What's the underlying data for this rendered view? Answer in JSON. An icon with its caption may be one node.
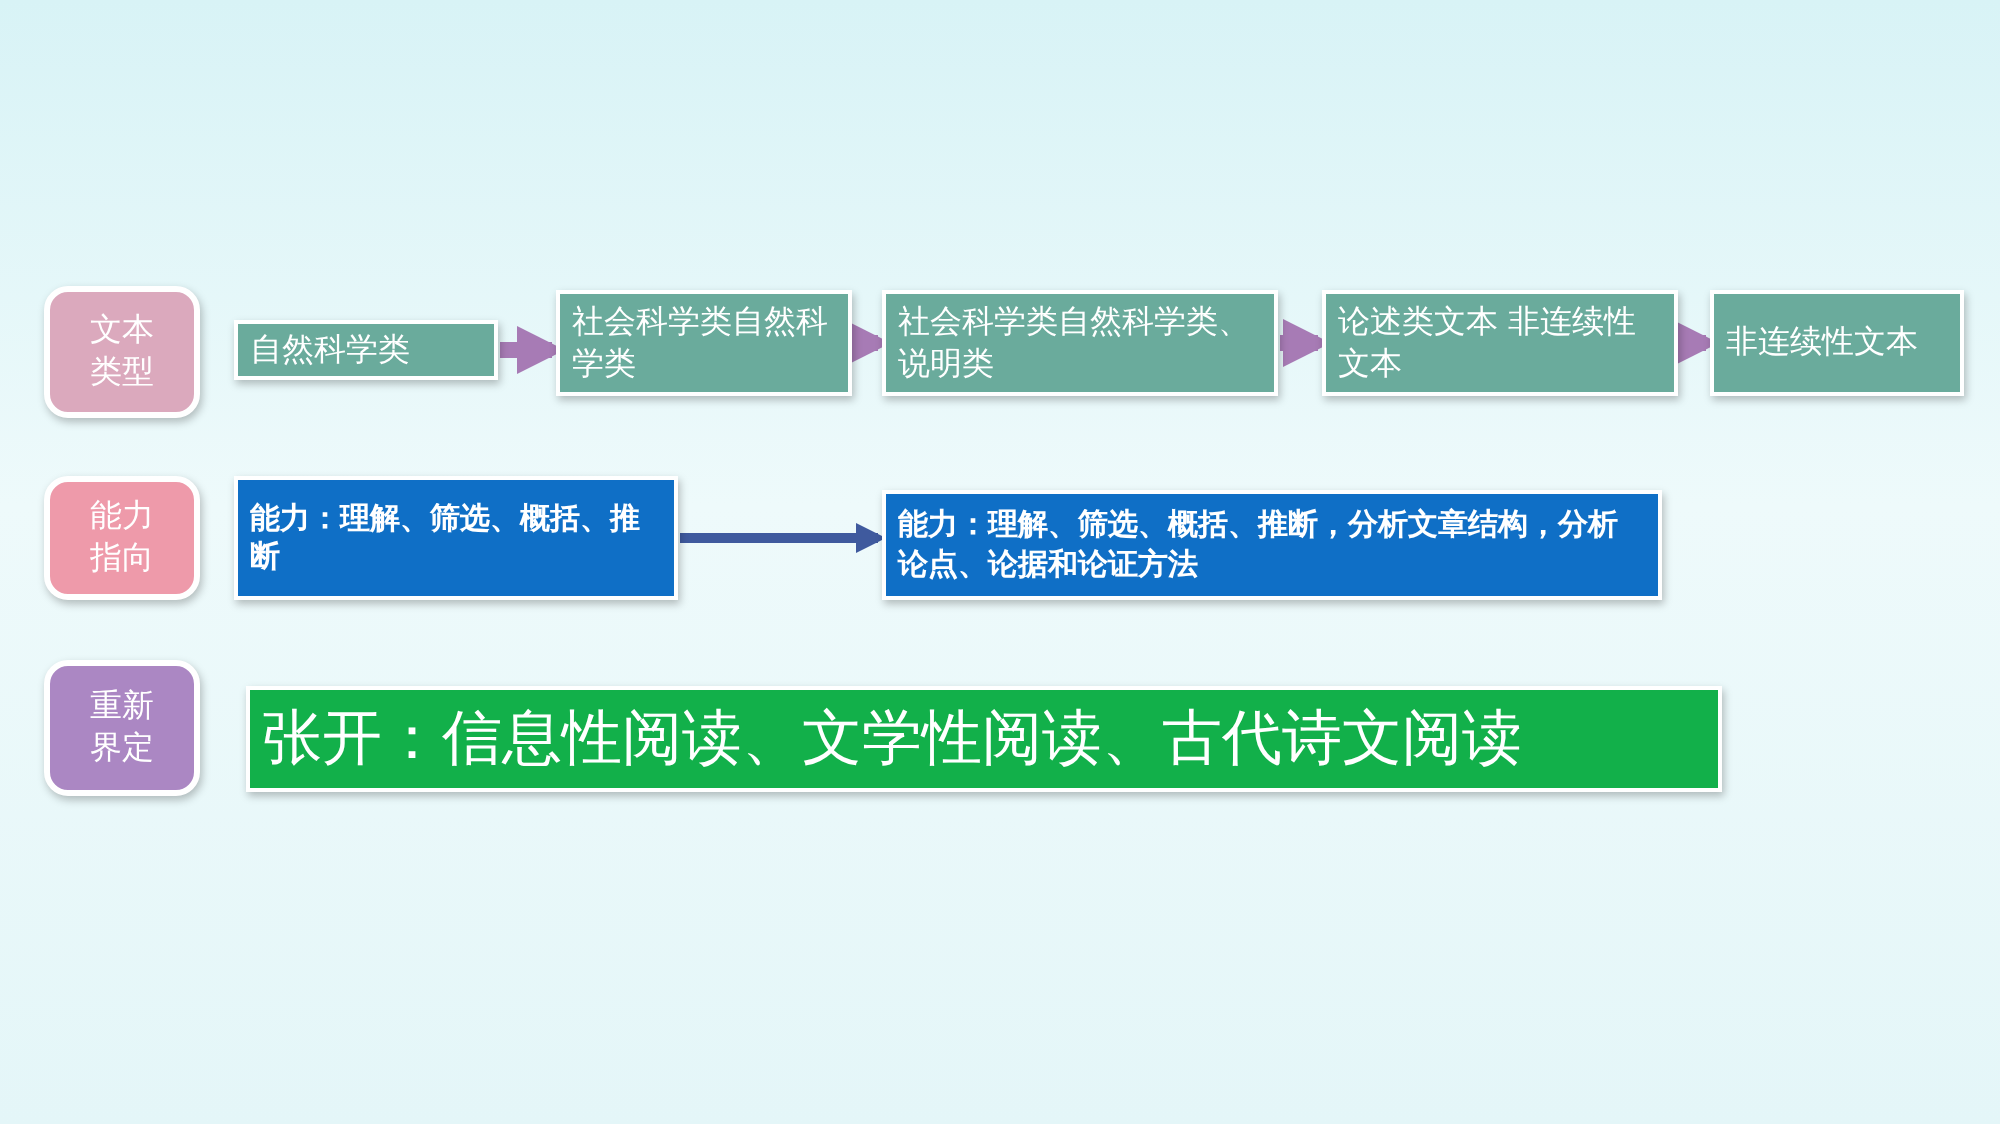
{
  "diagram": {
    "nodes": [
      {
        "text": [
          "文本类型"
        ]
      },
      {
        "text": [
          "自然科学类"
        ]
      },
      {
        "text": [
          "社会科学类自然科学类"
        ]
      },
      {
        "text": [
          "社会科学类自然科学类、说明类"
        ]
      },
      {
        "text": [
          "论述类文本 非连续性文本"
        ]
      },
      {
        "text": [
          "非连续性文本"
        ]
      },
      {
        "text": [
          "能力指向"
        ]
      },
      {
        "text": [
          "能力：理解、筛选、概括、推断"
        ]
      },
      {
        "text": [
          "能力：理解、筛选、概括、推断，分析文章结构，分析论点、论据和论证方法"
        ]
      },
      {
        "text": [
          "重新界定"
        ]
      },
      {
        "text": [
          "张开：信息性阅读、文学性阅读、古代诗文阅读"
        ]
      }
    ],
    "edges": [
      {
        "from": 1,
        "to": 2,
        "arrow": "to"
      },
      {
        "from": 2,
        "to": 3,
        "arrow": "to"
      },
      {
        "from": 3,
        "to": 4,
        "arrow": "to"
      },
      {
        "from": 4,
        "to": 5,
        "arrow": "to"
      },
      {
        "from": 7,
        "to": 8,
        "arrow": "to",
        "color": "#3f5a9e"
      }
    ]
  }
}
